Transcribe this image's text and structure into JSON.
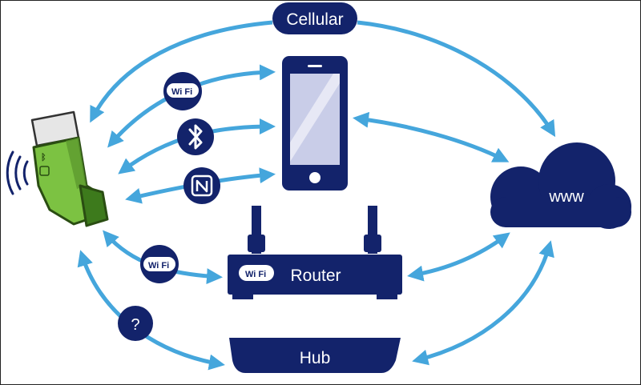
{
  "nodes": {
    "cellular": "Cellular",
    "router": "Router",
    "hub": "Hub",
    "cloud": "www",
    "unknown_link": "?"
  },
  "badges": {
    "wifi_top": "Wi Fi",
    "wifi_router": "Wi Fi",
    "wifi_on_router": "Wi Fi"
  },
  "icons": {
    "inhaler": "inhaler-icon",
    "phone": "smartphone-icon",
    "cloud": "cloud-icon",
    "router": "router-icon",
    "hub": "hub-icon",
    "bluetooth": "bluetooth-icon",
    "nfc": "nfc-icon",
    "wifi": "wifi-icon",
    "signal": "wireless-signal-icon"
  },
  "colors": {
    "navy": "#13236b",
    "arrow_blue": "#45a6dc",
    "inhaler_green": "#7cc242",
    "inhaler_dark": "#3d7a1c",
    "phone_screen": "#c9cde8"
  }
}
